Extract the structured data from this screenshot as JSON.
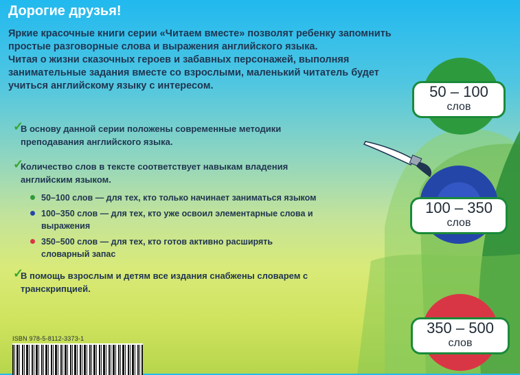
{
  "heading": "Дорогие друзья!",
  "intro": {
    "p1": "Яркие красочные книги серии «Читаем вместе» позволят ребенку запомнить простые разговорные слова и выражения английского языка.",
    "p2": "Читая о жизни сказочных героев и забавных персонажей, выполняя занимательные задания вместе со взрослыми, маленький читатель будет учиться английскому языку с интересом."
  },
  "checks": [
    {
      "text": "В основу данной серии положены современные методики преподавания английского языка."
    },
    {
      "text": "Количество слов в тексте соответствует навыкам владения английским языком."
    },
    {
      "text": "В помощь взрослым и детям все издания снабжены словарем с транскрипцией."
    }
  ],
  "levels": [
    {
      "text": "50–100 слов — для тех, кто только начинает заниматься языком",
      "color": "#2e9a3e"
    },
    {
      "text": "100–350 слов — для тех, кто уже освоил элементарные слова и выражения",
      "color": "#2446a8"
    },
    {
      "text": "350–500 слов — для тех, кто готов активно расширять словарный запас",
      "color": "#d93645"
    }
  ],
  "badges": [
    {
      "range": "50 – 100",
      "unit": "слов",
      "color": "#2e9a3e"
    },
    {
      "range": "100 – 350",
      "unit": "слов",
      "color": "#2446a8"
    },
    {
      "range": "350 – 500",
      "unit": "слов",
      "color": "#d93645"
    }
  ],
  "isbn": "ISBN 978-5-8112-3373-1"
}
